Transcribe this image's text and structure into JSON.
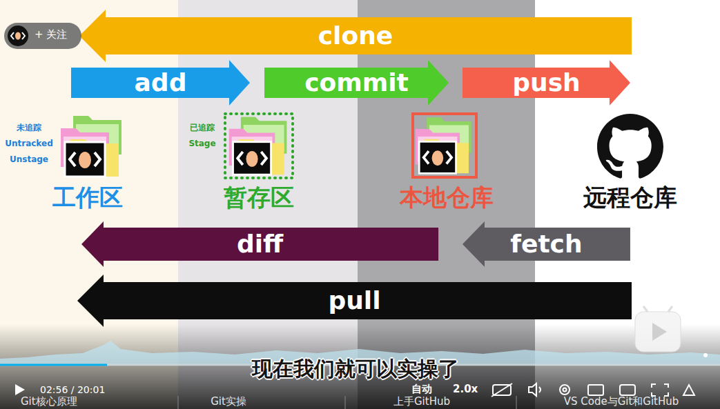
{
  "diagram": {
    "nodes": [
      {
        "text": [
          "未追踪 Untracked Unstage",
          "工作区"
        ]
      },
      {
        "text": [
          "已追踪 Stage",
          "暂存区"
        ]
      },
      {
        "text": [
          "本地仓库"
        ]
      },
      {
        "text": [
          "远程仓库"
        ]
      }
    ],
    "edges": [
      {
        "from": 3,
        "to": 0,
        "label": "clone",
        "arrow": "to"
      },
      {
        "from": 0,
        "to": 1,
        "label": "add",
        "arrow": "to"
      },
      {
        "from": 1,
        "to": 2,
        "label": "commit",
        "arrow": "to"
      },
      {
        "from": 2,
        "to": 3,
        "label": "push",
        "arrow": "to"
      },
      {
        "from": 2,
        "to": 0,
        "label": "diff",
        "arrow": "to"
      },
      {
        "from": 3,
        "to": 2,
        "label": "fetch",
        "arrow": "to"
      },
      {
        "from": 3,
        "to": 0,
        "label": "pull",
        "arrow": "to"
      }
    ],
    "labels": [
      "+ 关注",
      "现在我们就可以实操了",
      "02:56 / 20:01",
      "自动",
      "2.0x",
      "Git核心原理",
      "Git实操",
      "上手GitHub",
      "VS Code与Git和GitHub"
    ]
  }
}
